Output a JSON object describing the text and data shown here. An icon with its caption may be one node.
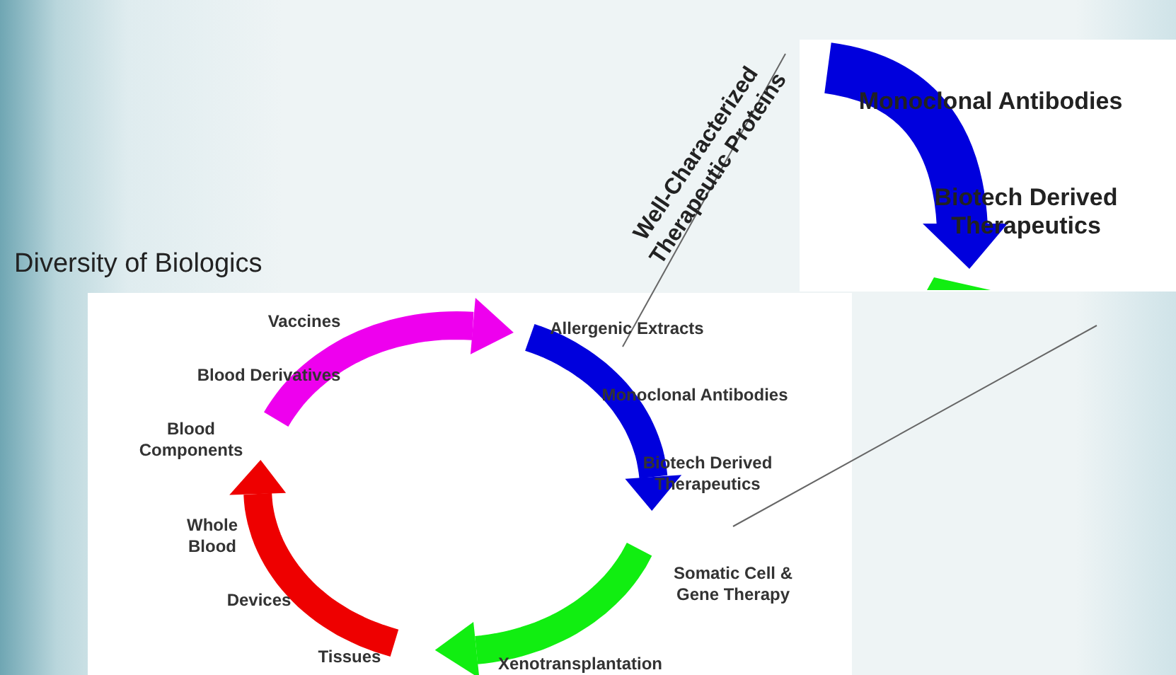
{
  "diagram": {
    "title": "Diversity of Biologics",
    "labels": [
      "Well-Characterized Therapeutic Proteins",
      "Monoclonal Antibodies",
      "Biotech Derived Therapeutics",
      "Vaccines",
      "Allergenic Extracts",
      "Blood Derivatives",
      "Monoclonal Antibodies",
      "Blood Components",
      "Biotech Derived Therapeutics",
      "Whole Blood",
      "Somatic Cell & Gene Therapy",
      "Devices",
      "Tissues",
      "Xenotransplantation"
    ]
  }
}
